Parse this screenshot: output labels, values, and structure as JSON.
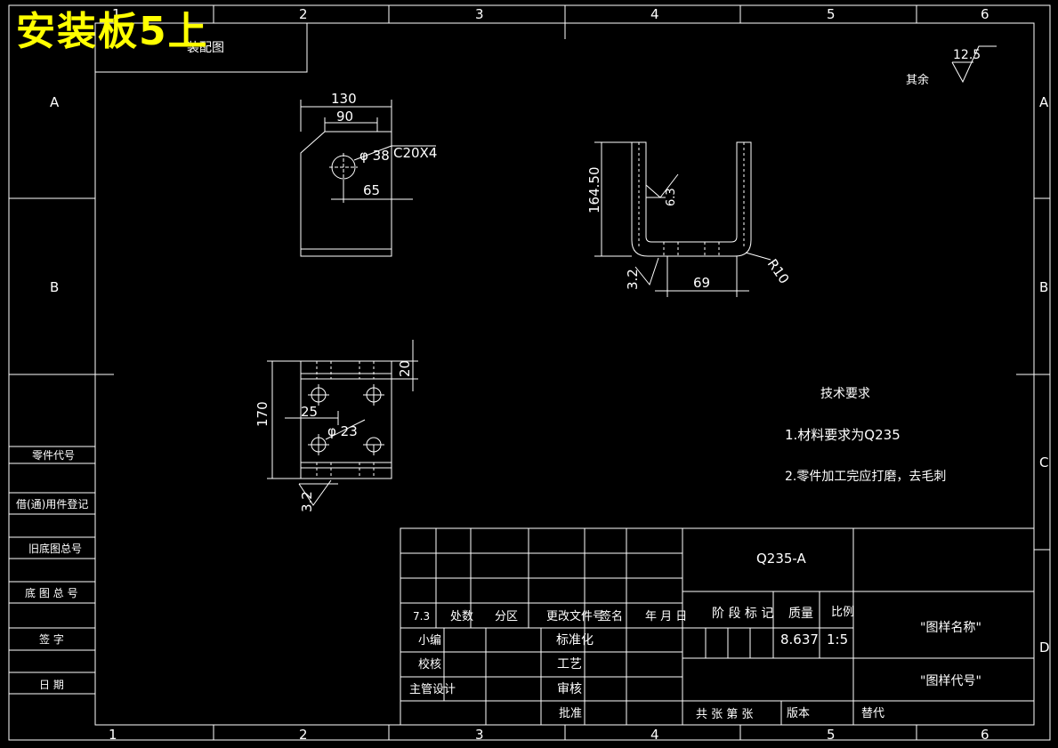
{
  "overlay_title": "安装板5上",
  "header_box_text": "装配图",
  "grid": {
    "top_numbers": [
      "1",
      "2",
      "3",
      "4",
      "5",
      "6"
    ],
    "bottom_numbers": [
      "1",
      "2",
      "3",
      "4",
      "5",
      "6"
    ],
    "left_letters": [
      "A",
      "B"
    ],
    "right_letters": [
      "A",
      "B",
      "C",
      "D"
    ]
  },
  "left_column": {
    "labels": [
      "零件代号",
      "借(通)用件登记",
      "旧底图总号",
      "底 图 总 号",
      "签 字",
      "日 期"
    ]
  },
  "roughness": {
    "value": "12.5",
    "note": "其余"
  },
  "views": {
    "top_view": {
      "dim_130": "130",
      "dim_90": "90",
      "hole": "φ 38",
      "chamfer": "C20X4",
      "dim_65": "65"
    },
    "front_view": {
      "height": "164.50",
      "weld": "6.3",
      "radius": "R10",
      "dim_69": "69",
      "rough": "3.2"
    },
    "plan_view": {
      "dim_170": "170",
      "dim_20": "20",
      "dim_25": "25",
      "hole": "φ 23",
      "rough": "3.2"
    }
  },
  "tech_requirements": {
    "title": "技术要求",
    "items": [
      "1.材料要求为Q235",
      "2.零件加工完应打磨，去毛刺"
    ]
  },
  "title_block": {
    "material": "Q235-A",
    "rev_headers": [
      "7.3",
      "处数",
      "分区",
      "更改文件号",
      "签名",
      "年 月 日"
    ],
    "sign_rows": [
      "小编",
      "标准化",
      "校核",
      "工艺",
      "主管设计",
      "审核",
      "批准"
    ],
    "stage_mark": "阶 段 标 记",
    "mass_label": "质量",
    "scale_label": "比例",
    "mass": "8.637",
    "scale": "1:5",
    "drawing_name": "\"图样名称\"",
    "drawing_code": "\"图样代号\"",
    "sheets": "共  张  第  张",
    "version": "版本",
    "replace": "替代"
  }
}
